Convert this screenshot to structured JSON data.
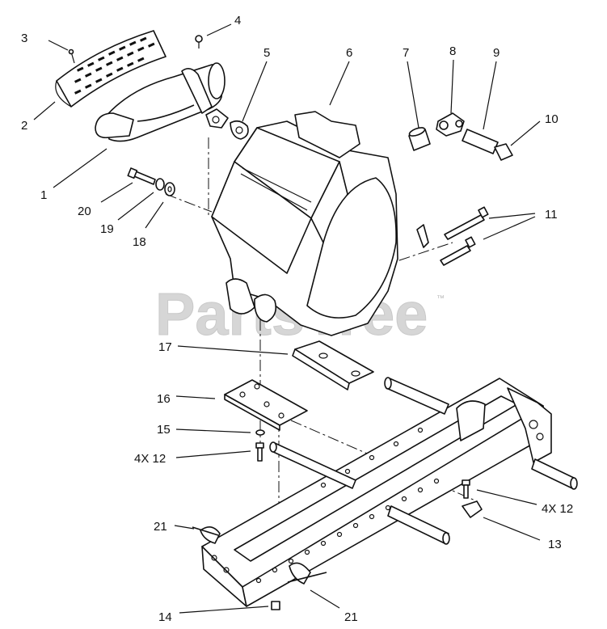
{
  "watermark": {
    "brand": "PartsTree",
    "mark": "™"
  },
  "callouts": {
    "c1": "1",
    "c2": "2",
    "c3": "3",
    "c4": "4",
    "c5": "5",
    "c6": "6",
    "c7": "7",
    "c8": "8",
    "c9": "9",
    "c10": "10",
    "c11": "11",
    "c13": "13",
    "c14": "14",
    "c15": "15",
    "c16": "16",
    "c17": "17",
    "c18": "18",
    "c19": "19",
    "c20": "20",
    "c21a": "21",
    "c21b": "21",
    "c12a": "4X 12",
    "c12b": "4X 12"
  }
}
